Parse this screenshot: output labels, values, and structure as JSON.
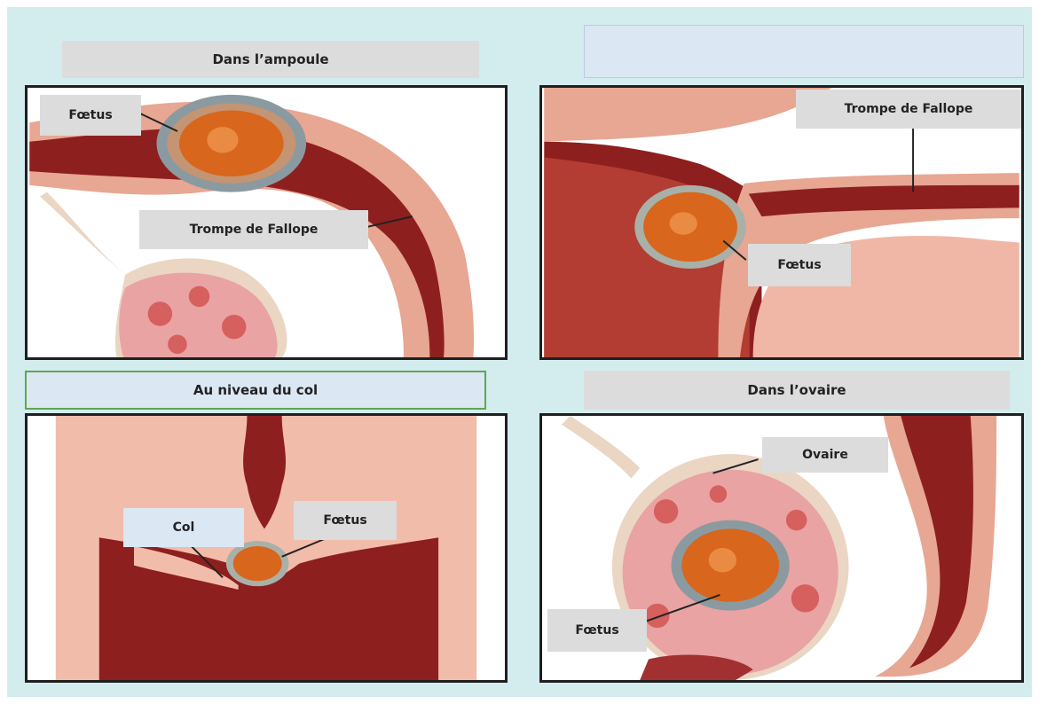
{
  "panels": {
    "top_left": {
      "title": "Dans l’ampoule",
      "labels": {
        "fetus": "Fœtus",
        "tube": "Trompe de Fallope"
      }
    },
    "top_right": {
      "title": "",
      "labels": {
        "tube": "Trompe de Fallope",
        "fetus": "Fœtus"
      }
    },
    "bottom_left": {
      "title": "Au niveau du col",
      "labels": {
        "col": "Col",
        "fetus": "Fœtus"
      }
    },
    "bottom_right": {
      "title": "Dans l’ovaire",
      "labels": {
        "ovary": "Ovaire",
        "fetus": "Fœtus"
      }
    }
  },
  "colors": {
    "background": "#d3ecee",
    "tissue_dark": "#8e1f1f",
    "tissue_light": "#e7a792",
    "fetus": "#d8661c",
    "label_gray": "#dcdcdc",
    "label_blue": "#dbe7f3"
  }
}
